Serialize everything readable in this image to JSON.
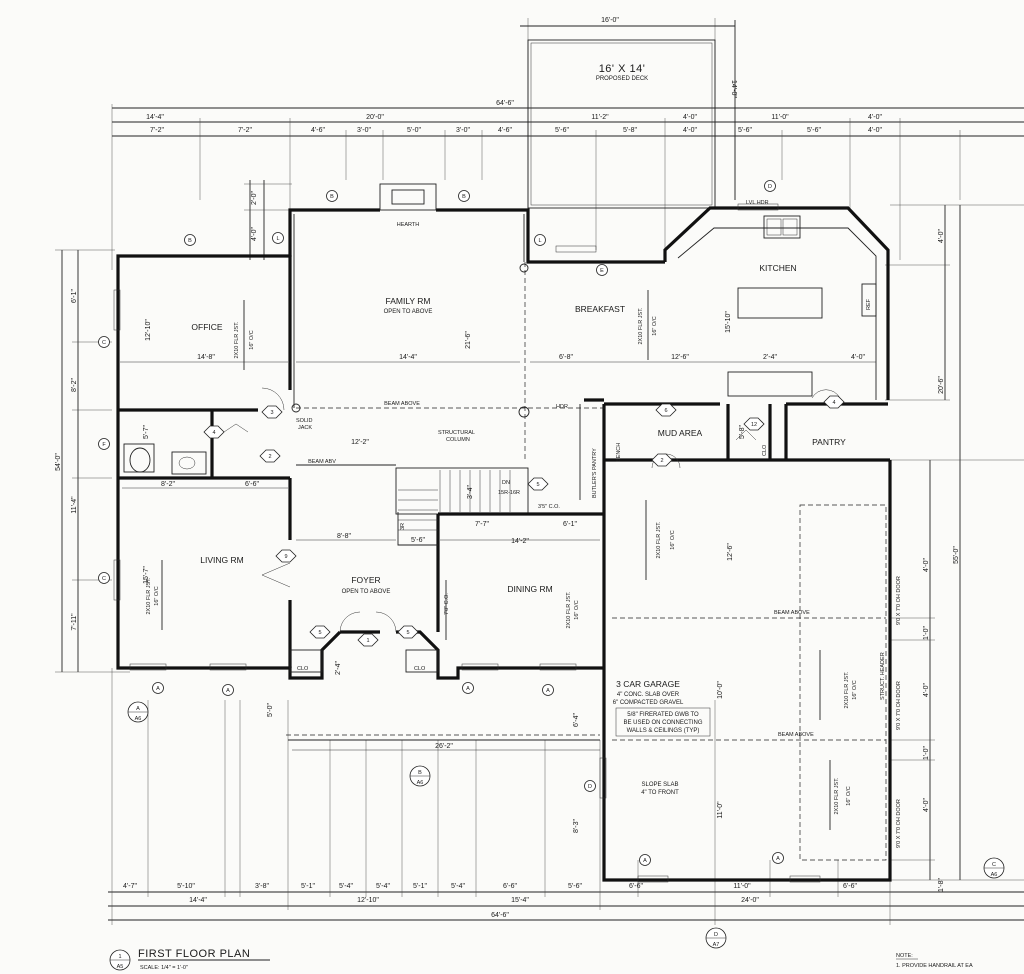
{
  "deck": {
    "width": "16'-0\"",
    "title": "16' X 14'",
    "sub": "PROPOSED DECK",
    "depth": "14'-0\""
  },
  "top_dims": {
    "overall": "64'-6\"",
    "row1": [
      "14'-4\"",
      "20'-0\"",
      "11'-2\"",
      "4'-0\"",
      "11'-0\"",
      "4'-0\""
    ],
    "row2": [
      "7'-2\"",
      "7'-2\"",
      "4'-6\"",
      "3'-0\"",
      "5'-0\"",
      "3'-0\"",
      "4'-6\"",
      "5'-6\"",
      "5'-8\"",
      "4'-0\"",
      "5'-6\"",
      "5'-6\"",
      "4'-0\""
    ]
  },
  "left_dims": [
    "2'-0\"",
    "4'-0\"",
    "6'-1\"",
    "8'-2\"",
    "54'-0\"",
    "11'-4\"",
    "7'-11\""
  ],
  "right_dims": [
    "4'-0\"",
    "20'-6\"",
    "55'-0\"",
    "4'-0\"",
    "1'-0\"",
    "4'-0\"",
    "1'-0\"",
    "4'-0\"",
    "1'-8\""
  ],
  "rooms": {
    "family": {
      "name": "FAMILY RM",
      "sub": "OPEN TO ABOVE"
    },
    "office": {
      "name": "OFFICE"
    },
    "breakfast": {
      "name": "BREAKFAST"
    },
    "kitchen": {
      "name": "KITCHEN"
    },
    "pantry": {
      "name": "PANTRY"
    },
    "mud": {
      "name": "MUD AREA"
    },
    "living": {
      "name": "LIVING RM"
    },
    "foyer": {
      "name": "FOYER",
      "sub": "OPEN TO ABOVE"
    },
    "dining": {
      "name": "DINING RM"
    },
    "garage": {
      "name": "3 CAR GARAGE",
      "lines": [
        "4\" CONC. SLAB OVER",
        "6\" COMPACTED GRAVEL"
      ],
      "note": [
        "5/8\" FIRERATED GWB TO",
        "BE USED ON CONNECTING",
        "WALLS & CEILINGS (TYP)"
      ],
      "slope": "SLOPE SLAB",
      "slope_sub": "4\" TO FRONT"
    }
  },
  "labels": {
    "hearth": "HEARTH",
    "beam_above": "BEAM ABOVE",
    "beam_abv": "BEAM ABV",
    "solid_jack": [
      "SOLID",
      "JACK"
    ],
    "structural_column": [
      "STRUCTURAL",
      "COLUMN"
    ],
    "hdr": "HDR",
    "lvl_hdr": "LVL HDR",
    "butlers_pantry": "BUTLER'S PANTRY",
    "bench": "BENCH",
    "dn": "DN",
    "ref": "REF",
    "clo": "CLO",
    "struct_header": "STRUCT. HEADER",
    "joists": "2X10 FLR JST.",
    "oc": "16\" O/C",
    "oh_door": "9'0 X 7'0 OH DOOR",
    "co_35": "3'5\" C.O.",
    "co_78": "7'8\" C.O.",
    "stairs": "15R-16R",
    "stairs2": "3R"
  },
  "interior_dims": {
    "family_w": "14'-4\"",
    "family_h": "21'-6\"",
    "office_w": "14'-8\"",
    "office_h": "12'-10\"",
    "bfast_w": "6'-8\"",
    "bfast_w2": "12'-6\"",
    "bfast_h": "15'-10\"",
    "kit_2": "2'-4\"",
    "kit_4": "4'-0\"",
    "bath_w": "12'-2\"",
    "bath_h": "5'-7\"",
    "mud_h": "5'-8\"",
    "liv_a": "8'-2\"",
    "liv_b": "6'-6\"",
    "liv_h": "15'-7\"",
    "foyer_w": "8'-8\"",
    "foyer_b": "5'-6\"",
    "dining_a": "7'-7\"",
    "dining_b": "6'-1\"",
    "dining_w": "14'-2\"",
    "gar_h": "12'-6\"",
    "gar_h2": "10'-0\"",
    "gar_h3": "11'-0\"",
    "stair_h": "3'-4\"",
    "porch": "5'-0\"",
    "porch_w": "26'-2\"",
    "porch_e": "6'-4\"",
    "gar_lower": "8'-3\"",
    "dim_24": "2'-4\""
  },
  "bottom_dims": {
    "row1": [
      "4'-7\"",
      "5'-10\"",
      "3'-8\"",
      "5'-1\"",
      "5'-4\"",
      "5'-4\"",
      "5'-1\"",
      "5'-4\"",
      "6'-6\"",
      "5'-6\"",
      "6'-6\"",
      "11'-0\"",
      "6'-6\""
    ],
    "row2": [
      "14'-4\"",
      "12'-10\"",
      "15'-4\"",
      "24'-0\""
    ],
    "overall": "64'-6\""
  },
  "tags": {
    "window": [
      "A",
      "B",
      "C",
      "D",
      "F",
      "L",
      "E"
    ],
    "door": [
      "2",
      "3",
      "4",
      "5",
      "6",
      "9",
      "12",
      "1"
    ]
  },
  "sections": [
    {
      "letter": "A",
      "sheet": "A6"
    },
    {
      "letter": "B",
      "sheet": "A6"
    },
    {
      "letter": "C",
      "sheet": "A6"
    },
    {
      "letter": "D",
      "sheet": "A7"
    }
  ],
  "title_block": {
    "num": "1",
    "sheet": "A5",
    "title": "FIRST FLOOR PLAN",
    "scale": "SCALE: 1/4\" = 1'-0\""
  },
  "note": {
    "head": "NOTE:",
    "line1": "1. PROVIDE HANDRAIL AT EA"
  }
}
